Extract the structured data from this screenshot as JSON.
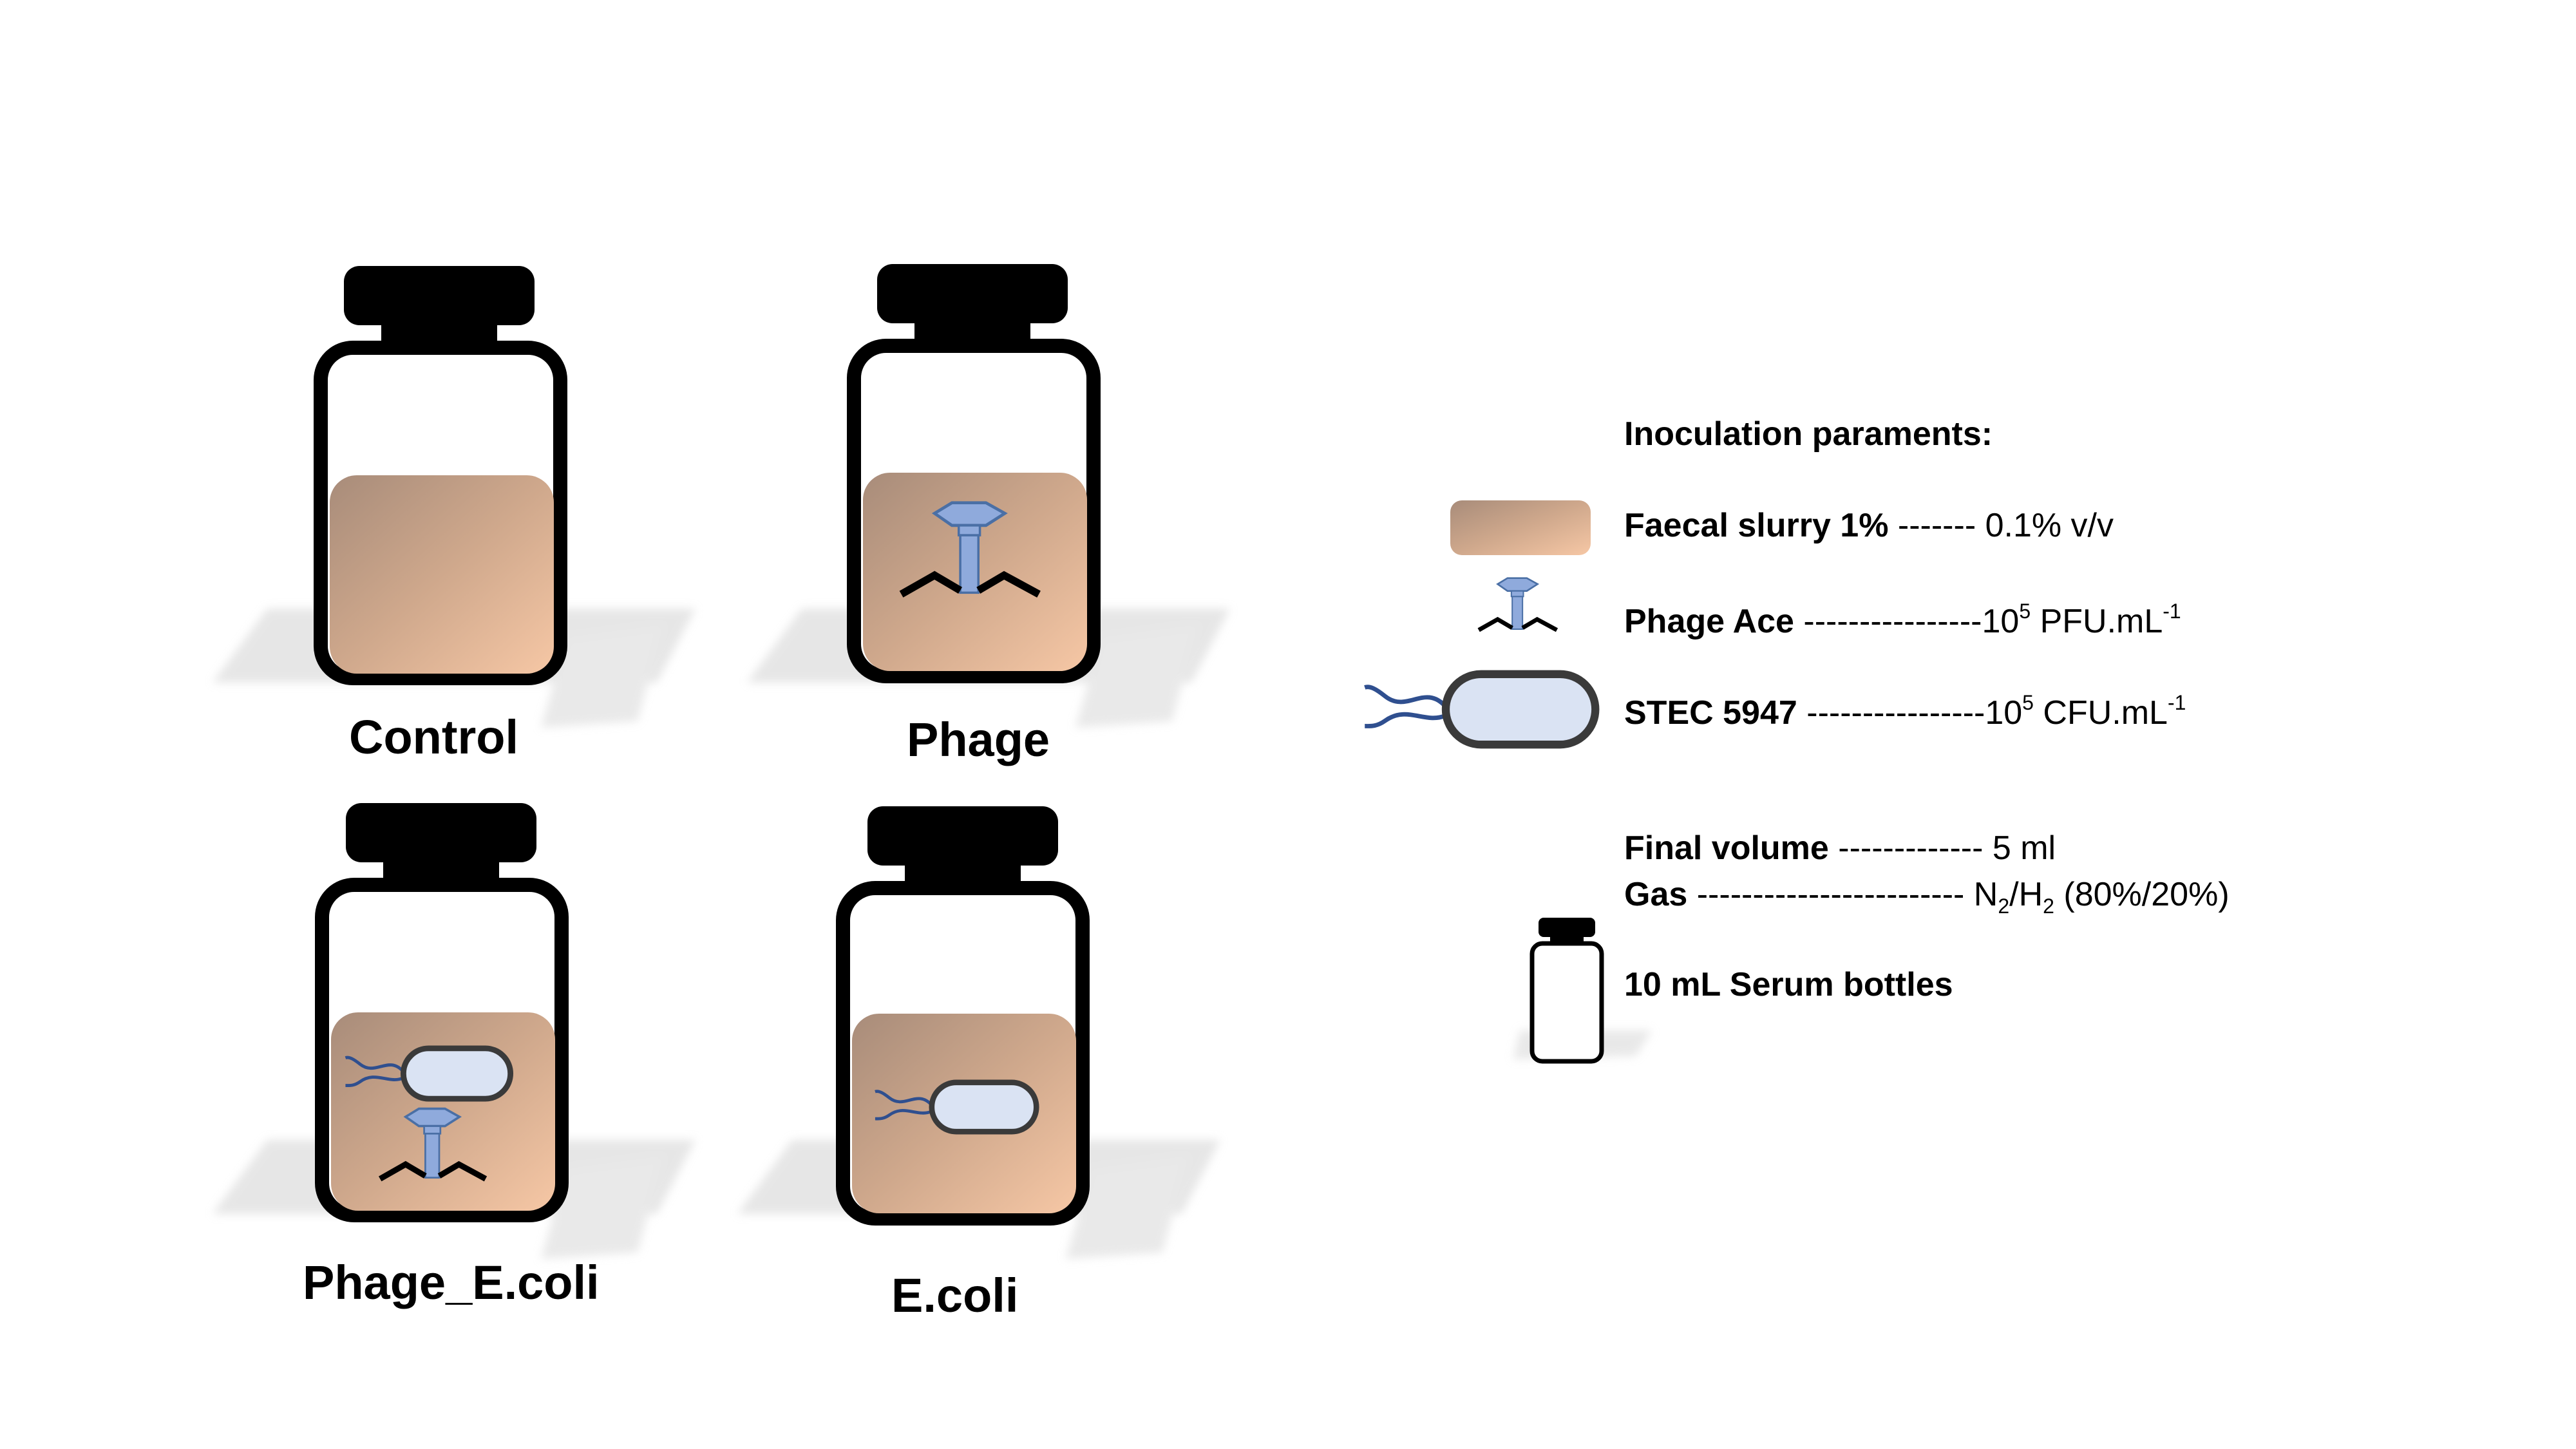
{
  "bottles": [
    {
      "label": "Control"
    },
    {
      "label": "Phage"
    },
    {
      "label": "Phage_E.coli"
    },
    {
      "label": "E.coli"
    }
  ],
  "legend": {
    "title": "Inoculation paraments:",
    "slurry": {
      "name": "Faecal slurry 1%",
      "dashes": " ------- ",
      "value": "0.1% v/v"
    },
    "phage": {
      "name": "Phage Ace",
      "dashes": " ----------------",
      "base": "10",
      "exp": "5",
      "unit": " PFU.mL",
      "unit_exp": "-1"
    },
    "stec": {
      "name": "STEC 5947",
      "dashes": " ----------------",
      "base": "10",
      "exp": "5",
      "unit": " CFU.mL",
      "unit_exp": "-1"
    },
    "volume": {
      "name": "Final volume",
      "dashes": " ------------- ",
      "value": "5 ml"
    },
    "gas": {
      "name": "Gas",
      "dashes": " ------------------------ ",
      "n": "N",
      "n_sub": "2",
      "slash": "/H",
      "h_sub": "2",
      "ratio": " (80%/20%)"
    },
    "bottle_type": "10 mL Serum bottles"
  },
  "colors": {
    "slurry_dark": "#a88c7a",
    "slurry_light": "#f6c7a5",
    "phage_fill": "#8faadc",
    "phage_stroke": "#4a6fa5",
    "bacterium_fill": "#dae3f3",
    "flagella": "#2f4f8f"
  }
}
